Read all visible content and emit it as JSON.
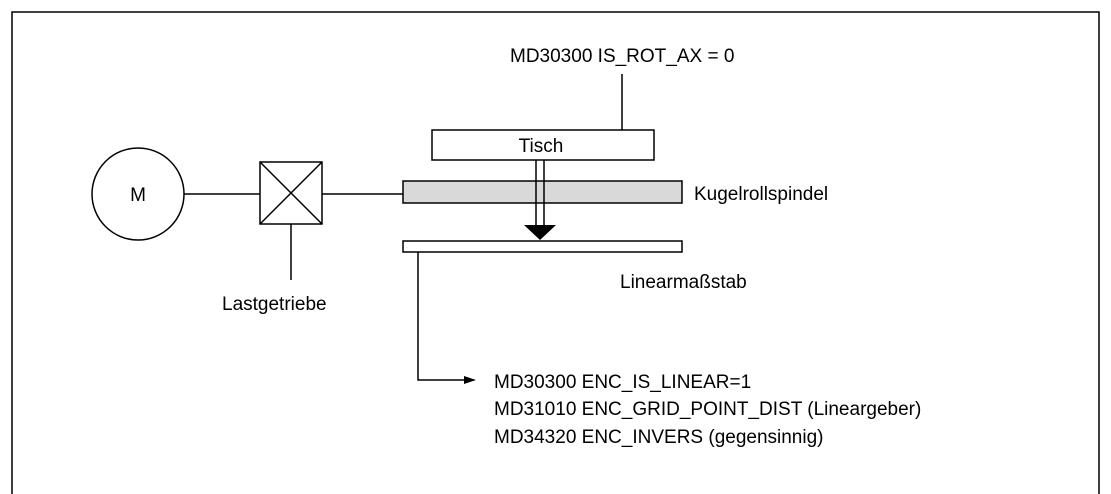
{
  "diagram": {
    "top_param": "MD30300 IS_ROT_AX = 0",
    "motor_label": "M",
    "gearbox_label": "Lastgetriebe",
    "table_label": "Tisch",
    "spindle_label": "Kugelrollspindel",
    "scale_label": "Linearmaßstab",
    "encoder_params": [
      "MD30300 ENC_IS_LINEAR=1",
      "MD31010 ENC_GRID_POINT_DIST (Lineargeber)",
      "MD34320 ENC_INVERS (gegensinnig)"
    ],
    "colors": {
      "line": "#000000",
      "spindle_fill": "#d9d9d9",
      "background": "#ffffff"
    }
  }
}
